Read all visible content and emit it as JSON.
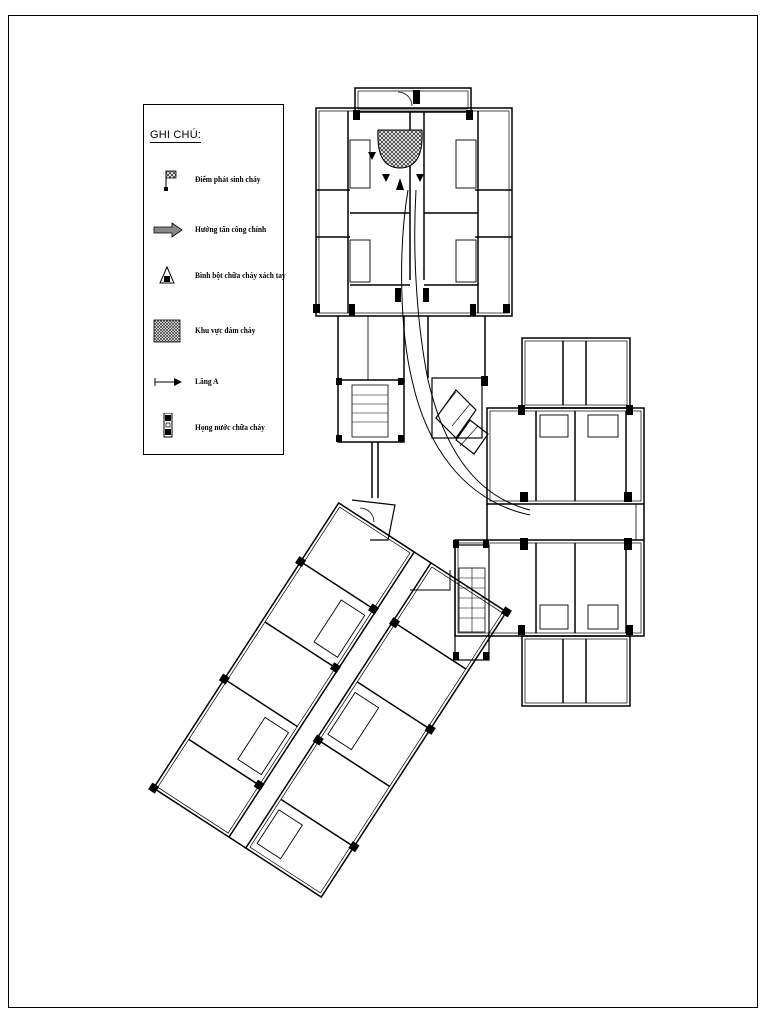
{
  "legend": {
    "title": "GHI CHÚ:",
    "items": [
      {
        "key": "origin",
        "label": "Điểm phát sinh cháy",
        "icon": "fire-origin-flag-icon"
      },
      {
        "key": "attack",
        "label": "Hướng tấn công chính",
        "icon": "main-attack-arrow-icon"
      },
      {
        "key": "extinguisher",
        "label": "Bình bột chữa cháy xách tay",
        "icon": "portable-extinguisher-icon"
      },
      {
        "key": "fire-area",
        "label": "Khu vực đám cháy",
        "icon": "fire-area-hatch-icon"
      },
      {
        "key": "hose",
        "label": "Lăng A",
        "icon": "nozzle-a-arrow-icon"
      },
      {
        "key": "hydrant",
        "label": "Họng nước chữa cháy",
        "icon": "fire-hydrant-icon"
      }
    ]
  },
  "colors": {
    "line": "#000000",
    "background": "#ffffff",
    "hatch": "#555555"
  }
}
